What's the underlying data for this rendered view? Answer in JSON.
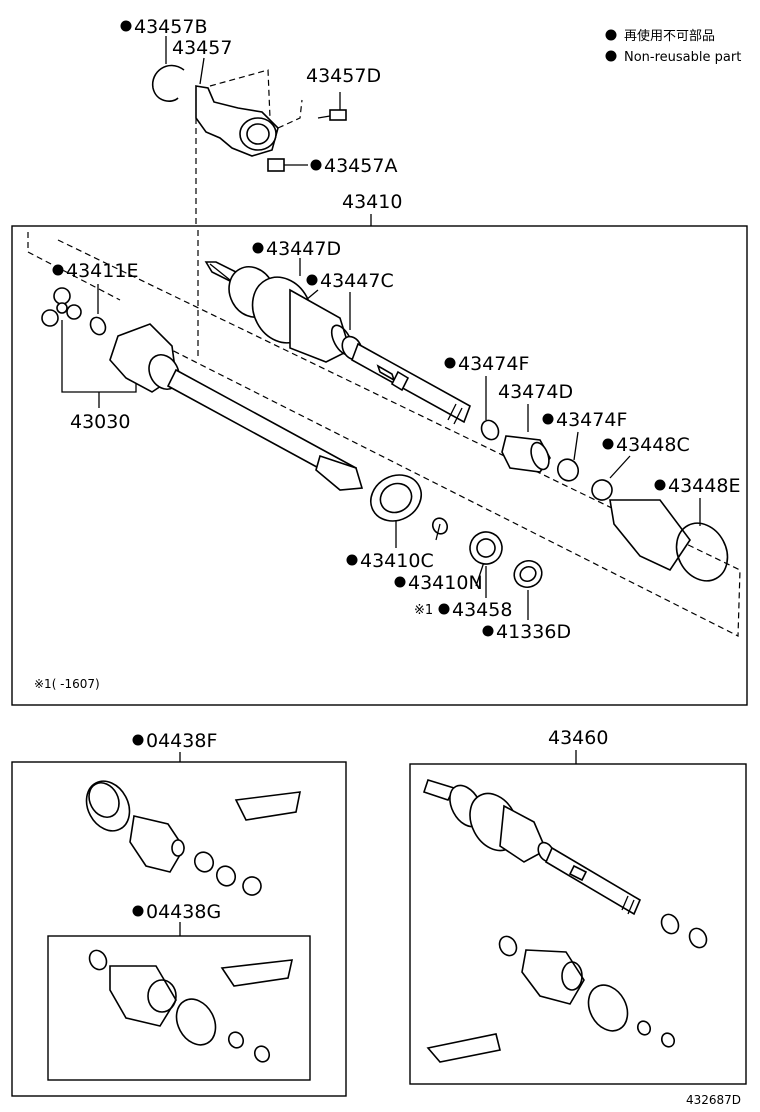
{
  "legend": {
    "jp": "再使用不可部品",
    "en": "Non-reusable part"
  },
  "labels": {
    "l43457B": "43457B",
    "l43457": "43457",
    "l43457D": "43457D",
    "l43457A": "43457A",
    "l43410": "43410",
    "l43447D": "43447D",
    "l43447C": "43447C",
    "l43411E": "43411E",
    "l43030": "43030",
    "l43474F_1": "43474F",
    "l43474D": "43474D",
    "l43474F_2": "43474F",
    "l43448C": "43448C",
    "l43448E": "43448E",
    "l43410C": "43410C",
    "l43410N": "43410N",
    "l43458": "43458",
    "l41336D": "41336D",
    "l04438F": "04438F",
    "l04438G": "04438G",
    "l43460": "43460"
  },
  "marks": {
    "asterisk_ref": "※1",
    "footnote": "※1(     -1607)"
  },
  "diagram_id": "432687D"
}
